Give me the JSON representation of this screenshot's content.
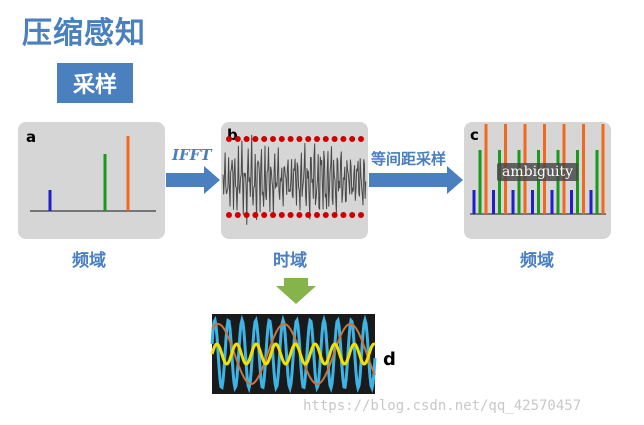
{
  "title": "压缩感知",
  "badge": "采样",
  "panels": {
    "a": {
      "label": "a",
      "caption": "频域"
    },
    "b": {
      "label": "b",
      "caption": "时域"
    },
    "c": {
      "label": "c",
      "caption": "频域",
      "annotation": "ambiguity"
    },
    "d": {
      "label": "d"
    }
  },
  "arrows": {
    "ifft": "IFFT",
    "sampling": "等间距采样"
  },
  "colors": {
    "accent": "#4a7fc0",
    "arrow": "#4a7fc0",
    "down_arrow": "#84b44a",
    "blue": "#1f1fd0",
    "green": "#1a9a1a",
    "orange": "#f06a1e",
    "red_dot": "#cc0000"
  },
  "watermark": "https://blog.csdn.net/qq_42570457"
}
